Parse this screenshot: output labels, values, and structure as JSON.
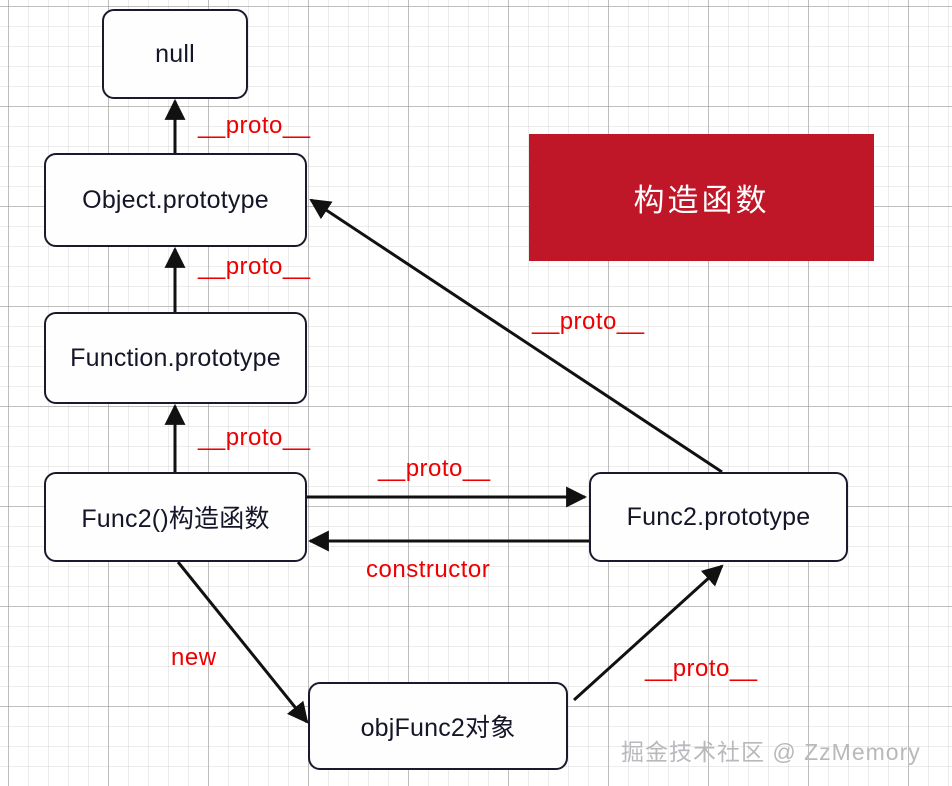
{
  "diagram": {
    "title": "JavaScript prototype chain diagram",
    "background": {
      "grid": true,
      "grid_color": "#c8c8c8",
      "page_color": "#ffffff"
    },
    "banner": {
      "text": "构造函数",
      "bg_color": "#bf1628",
      "text_color": "#ffffff"
    },
    "nodes": [
      {
        "id": "null",
        "label": "null"
      },
      {
        "id": "object-prototype",
        "label": "Object.prototype"
      },
      {
        "id": "function-prototype",
        "label": "Function.prototype"
      },
      {
        "id": "func2-constructor",
        "label": "Func2()构造函数"
      },
      {
        "id": "func2-prototype",
        "label": "Func2.prototype"
      },
      {
        "id": "objfunc2",
        "label": "objFunc2对象"
      }
    ],
    "edges": [
      {
        "id": "objproto-to-null",
        "label": "__proto__",
        "from": "object-prototype",
        "to": "null"
      },
      {
        "id": "funcproto-to-objproto",
        "label": "__proto__",
        "from": "function-prototype",
        "to": "object-prototype"
      },
      {
        "id": "func2-to-funcproto",
        "label": "__proto__",
        "from": "func2-constructor",
        "to": "function-prototype"
      },
      {
        "id": "func2-to-func2proto",
        "label": "__proto__",
        "from": "func2-constructor",
        "to": "func2-prototype"
      },
      {
        "id": "func2proto-to-func2",
        "label": "constructor",
        "from": "func2-prototype",
        "to": "func2-constructor"
      },
      {
        "id": "func2proto-to-objproto",
        "label": "__proto__",
        "from": "func2-prototype",
        "to": "object-prototype"
      },
      {
        "id": "func2-to-objfunc2",
        "label": "new",
        "from": "func2-constructor",
        "to": "objfunc2"
      },
      {
        "id": "objfunc2-to-func2proto",
        "label": "__proto__",
        "from": "objfunc2",
        "to": "func2-prototype"
      }
    ],
    "edge_label_color": "#ee0000",
    "node_border_color": "#1a1a2e",
    "watermark": "掘金技术社区 @ ZzMemory"
  }
}
